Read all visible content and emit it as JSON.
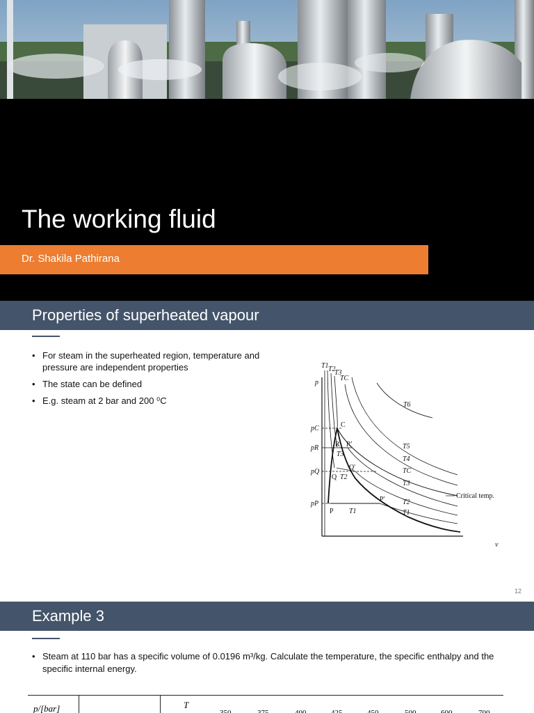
{
  "slide1": {
    "title": "The working fluid",
    "author": "Dr. Shakila Pathirana",
    "accent_color": "#ed7d31"
  },
  "slide2": {
    "header": "Properties of superheated vapour",
    "bullets": [
      "For steam in the superheated region, temperature and pressure are independent properties",
      "The state can be defined",
      "E.g. steam at 2 bar and 200 ⁰C"
    ],
    "page_number": "12",
    "diagram": {
      "labels": {
        "y_axis": "p",
        "x_axis": "v",
        "pc": "pC",
        "pr": "pR",
        "pq": "pQ",
        "pp": "pP",
        "T1_top": "T1",
        "T2_top": "T2",
        "T3_top": "T3",
        "Tc_top": "TC",
        "T6": "T6",
        "T5": "T5",
        "T4": "T4",
        "Tc": "TC",
        "T3": "T3",
        "T2": "T2",
        "T1": "T1",
        "C": "C",
        "R": "R",
        "R_prime": "R'",
        "Q": "Q",
        "Q_prime": "Q'",
        "P": "P",
        "P_prime": "P'",
        "T3_inner": "T3",
        "T2_inner": "T2",
        "T1_inner": "T1",
        "critical": "Critical temp."
      }
    }
  },
  "slide3": {
    "header": "Example 3",
    "bullet": "Steam at 110 bar has a specific volume of 0.0196 m³/kg. Calculate the temperature, the specific enthalpy and the specific internal energy.",
    "table": {
      "col1": "p/[bar]",
      "col2": "T",
      "temps": [
        "350",
        "375",
        "400",
        "425",
        "450",
        "500",
        "600",
        "700"
      ]
    }
  }
}
